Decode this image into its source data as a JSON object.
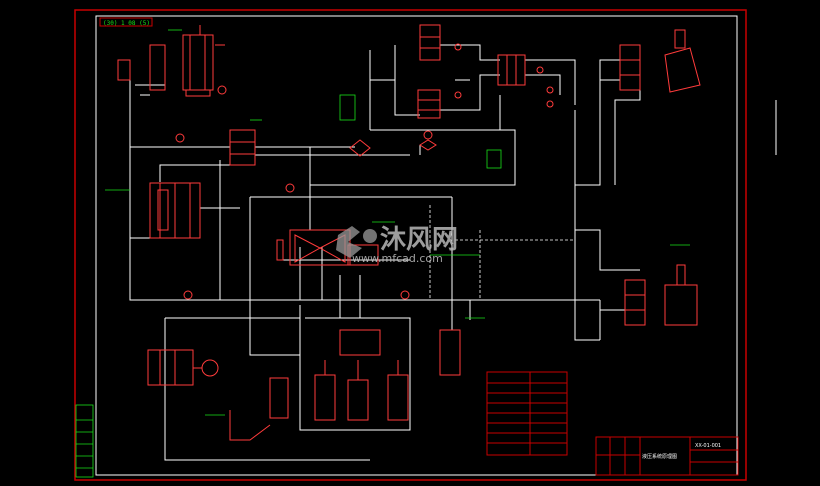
{
  "watermark": {
    "brand_cn": "沐风网",
    "url": "www.mfcad.com"
  },
  "drawing": {
    "top_left_tag": "(30) 1 08 (5)",
    "title_block_title": "液压系统原理图",
    "title_block_code": "XX-01-001"
  },
  "colors": {
    "background": "#000000",
    "border": "#c80000",
    "lines": "#ffffff",
    "components": "#ff3b3b",
    "labels": "#18e018",
    "watermark": "#bfbfbf"
  }
}
